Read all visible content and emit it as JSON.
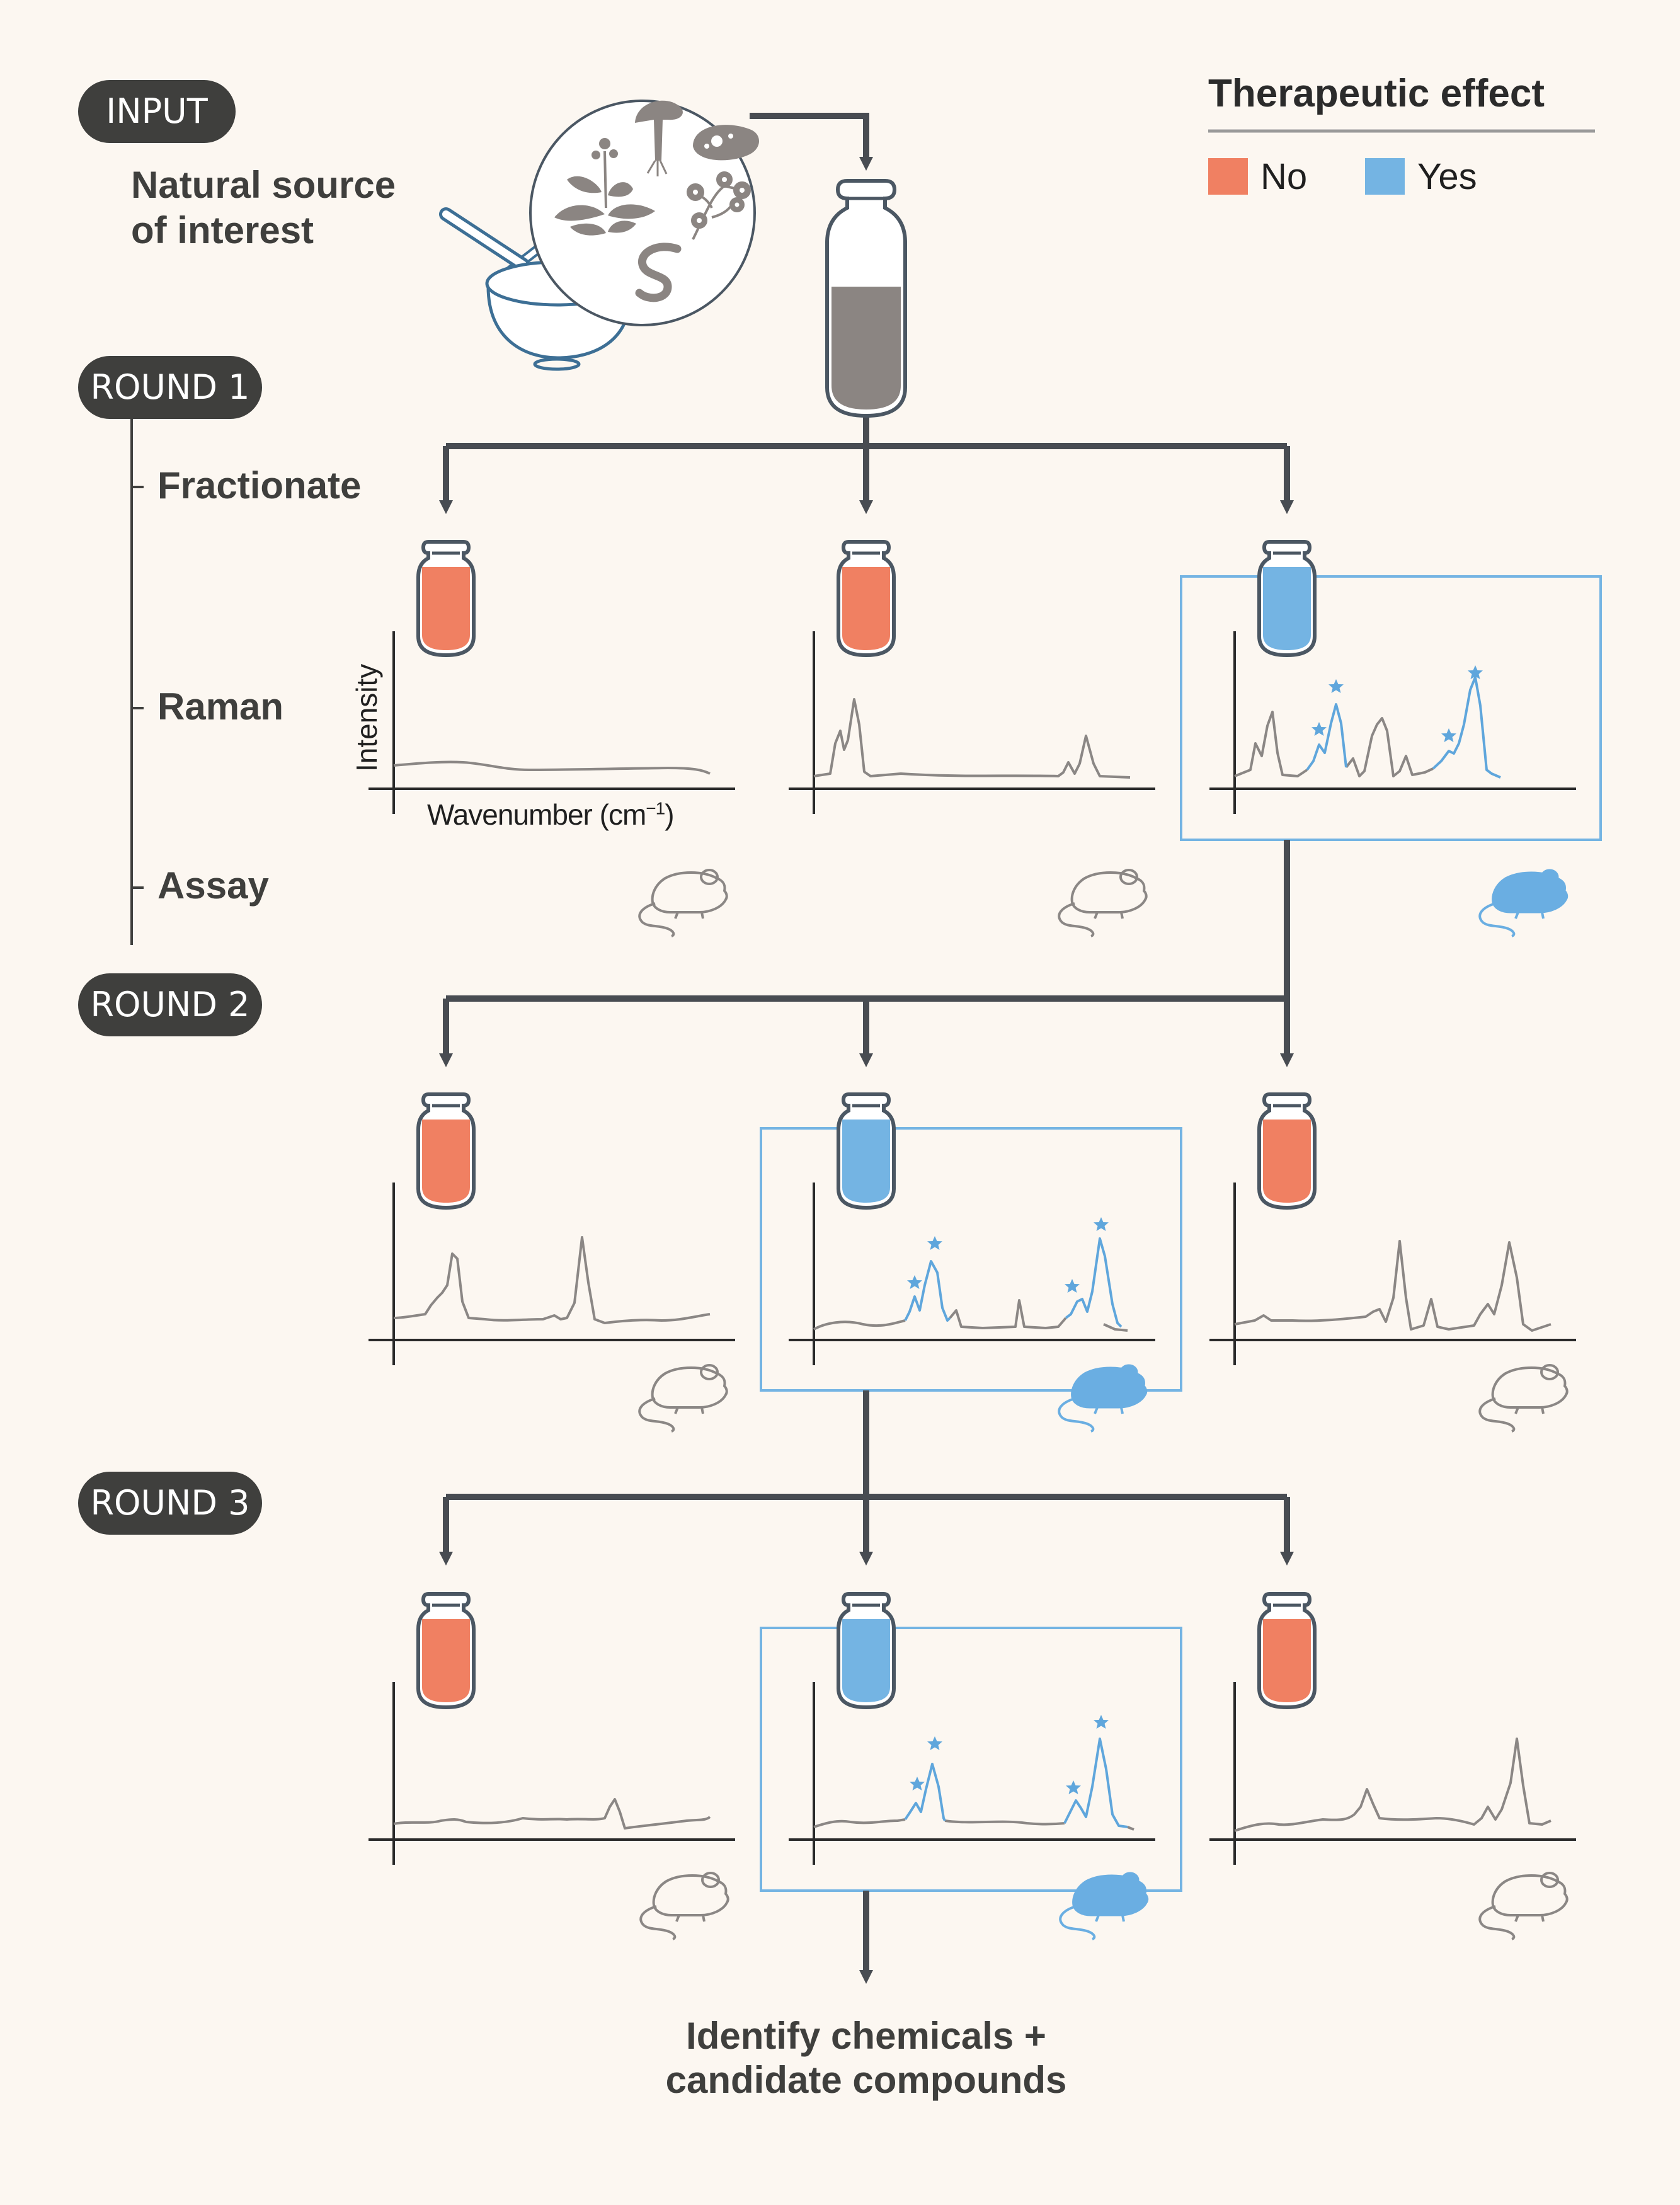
{
  "stages": {
    "input": "INPUT",
    "round1": "ROUND 1",
    "round2": "ROUND 2",
    "round3": "ROUND 3"
  },
  "input": {
    "source_line1": "Natural source",
    "source_line2": "of interest"
  },
  "steps": {
    "fractionate": "Fractionate",
    "raman": "Raman",
    "assay": "Assay"
  },
  "axes": {
    "ylabel": "Intensity",
    "xlabel": "Wavenumber (cm",
    "xlabel_sup": "−1",
    "xlabel_end": ")"
  },
  "legend": {
    "title": "Therapeutic effect",
    "no_label": "No",
    "yes_label": "Yes",
    "no_color": "#f08062",
    "yes_color": "#74b4e3"
  },
  "output": {
    "line1": "Identify chemicals +",
    "line2": "candidate compounds"
  },
  "rounds": [
    {
      "fractions": [
        {
          "effect": "No"
        },
        {
          "effect": "No"
        },
        {
          "effect": "Yes",
          "selected": true
        }
      ]
    },
    {
      "fractions": [
        {
          "effect": "No"
        },
        {
          "effect": "Yes",
          "selected": true
        },
        {
          "effect": "No"
        }
      ]
    },
    {
      "fractions": [
        {
          "effect": "No"
        },
        {
          "effect": "Yes",
          "selected": true
        },
        {
          "effect": "No"
        }
      ]
    }
  ],
  "icons": [
    "mortar-pestle-icon",
    "plant-icon",
    "mushroom-icon",
    "protozoa-icon",
    "fungal-spores-icon",
    "worm-icon",
    "vial-icon",
    "mouse-icon",
    "star-icon"
  ]
}
